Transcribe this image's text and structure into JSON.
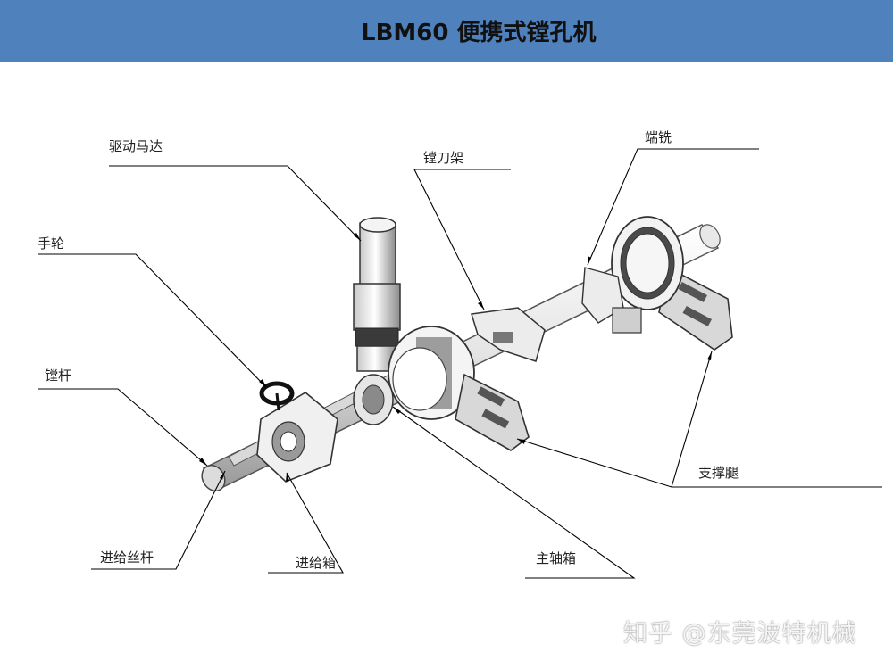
{
  "title": "LBM60 便携式镗孔机",
  "labels": {
    "drive_motor": "驱动马达",
    "handwheel": "手轮",
    "boring_bar": "镗杆",
    "feed_screw": "进给丝杆",
    "feed_box": "进给箱",
    "spindle_box": "主轴箱",
    "support_leg": "支撑腿",
    "tool_holder": "镗刀架",
    "end_mill": "端铣"
  },
  "watermark": "知乎 @东莞波特机械",
  "colors": {
    "header": "#4f81bd",
    "line": "#000000",
    "metal_light": "#f2f2f2",
    "metal_dark": "#4a4a4a"
  }
}
